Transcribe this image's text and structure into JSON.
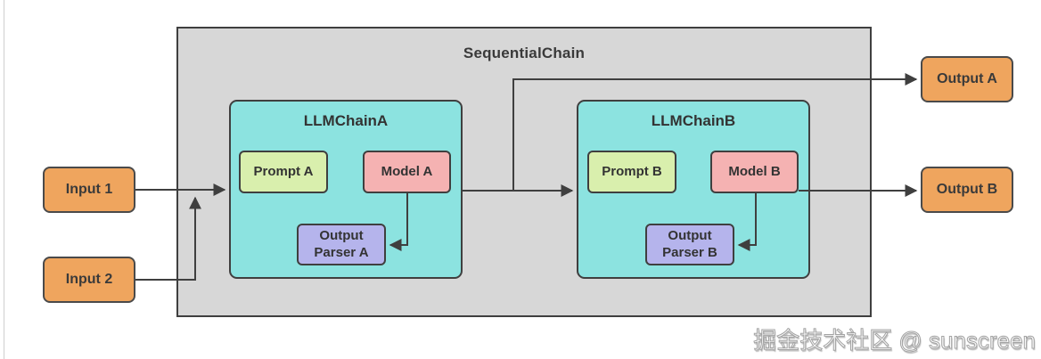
{
  "diagram": {
    "container": {
      "title": "SequentialChain"
    },
    "chain_a": {
      "title": "LLMChainA",
      "prompt": "Prompt A",
      "model": "Model A",
      "parser": "Output Parser A"
    },
    "chain_b": {
      "title": "LLMChainB",
      "prompt": "Prompt B",
      "model": "Model B",
      "parser": "Output Parser B"
    },
    "inputs": {
      "input1": "Input 1",
      "input2": "Input 2"
    },
    "outputs": {
      "output_a": "Output A",
      "output_b": "Output B"
    },
    "watermark": "掘金技术社区 @ sunscreen",
    "colors": {
      "container_bg": "#d7d7d7",
      "chain_bg": "#8ce3e0",
      "prompt_bg": "#d9efad",
      "model_bg": "#f5b2b2",
      "parser_bg": "#b5b4ec",
      "io_bg": "#efa55e",
      "stroke": "#3f3f3f"
    }
  }
}
